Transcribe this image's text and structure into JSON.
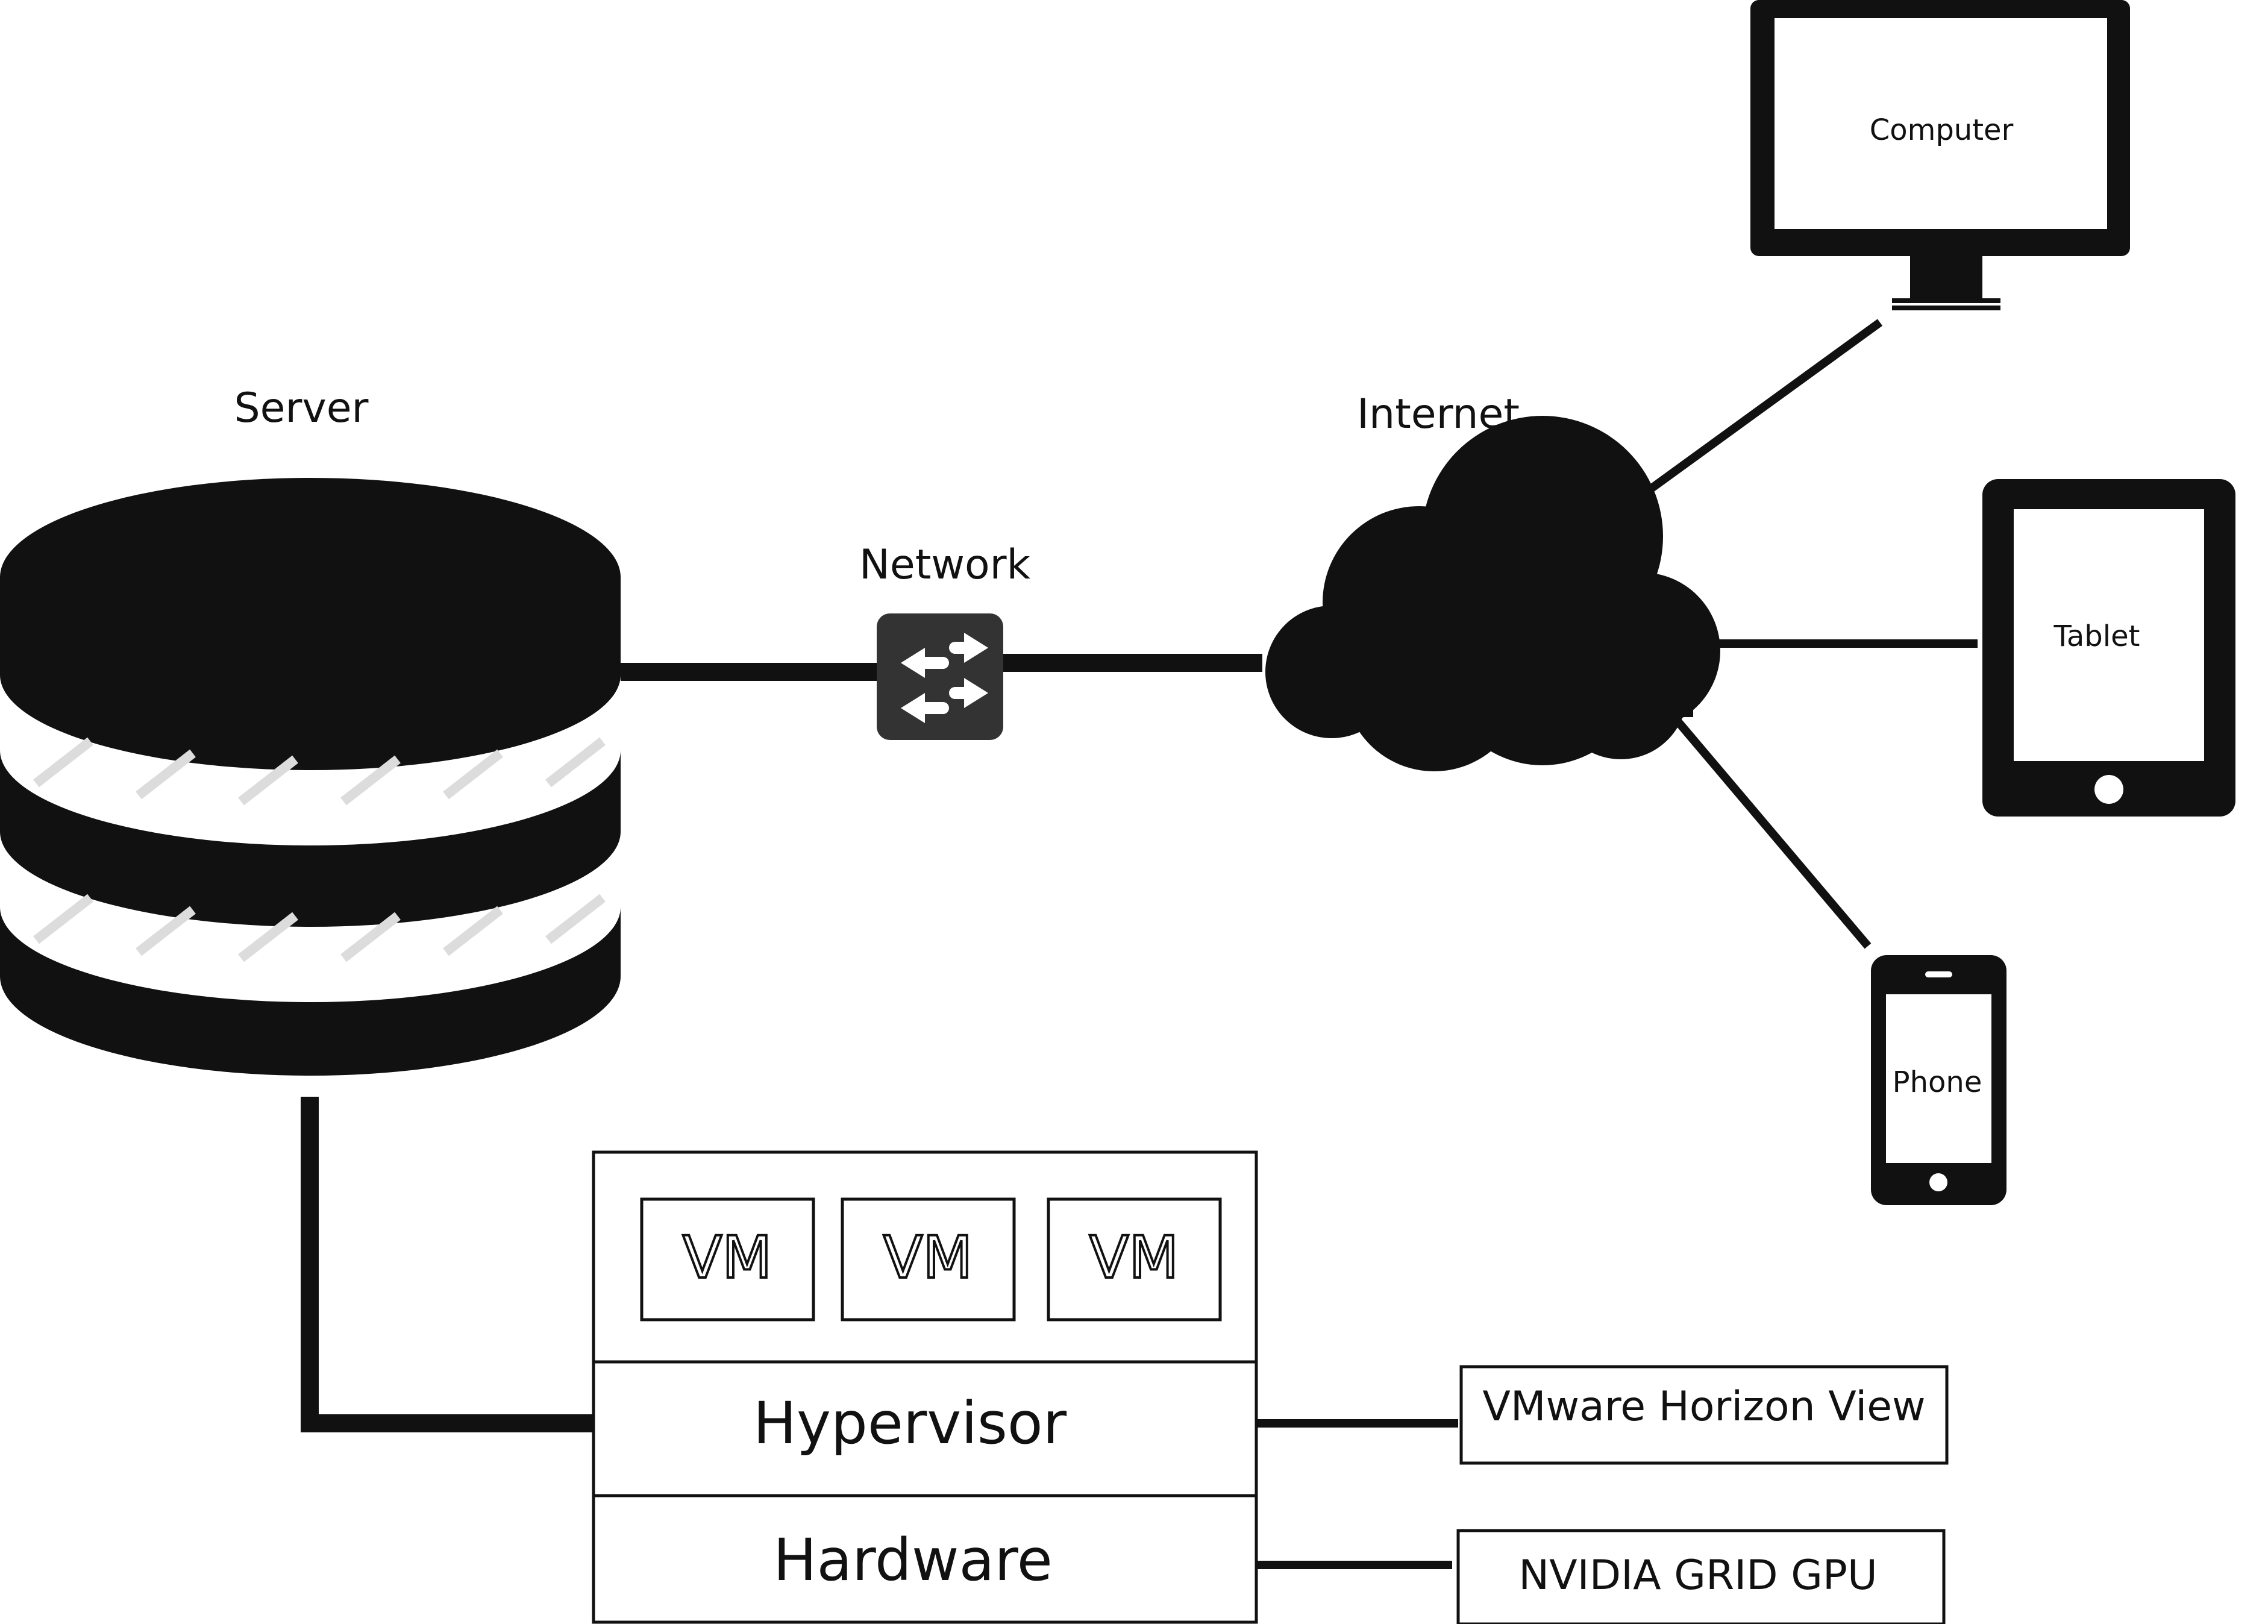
{
  "labels": {
    "server": "Server",
    "network": "Network",
    "internet": "Internet",
    "computer": "Computer",
    "tablet": "Tablet",
    "phone": "Phone"
  },
  "stack": {
    "vms": [
      "VM",
      "VM",
      "VM"
    ],
    "hypervisor": "Hypervisor",
    "hardware": "Hardware"
  },
  "callouts": {
    "hypervisor_software": "VMware Horizon View",
    "hardware_gpu": "NVIDIA GRID GPU"
  },
  "icons": {
    "server": "database-icon",
    "network": "network-switch-icon",
    "internet": "cloud-icon",
    "computer": "monitor-icon",
    "tablet": "tablet-icon",
    "phone": "smartphone-icon"
  },
  "colors": {
    "ink": "#111111",
    "switch": "#333333",
    "background": "#ffffff"
  }
}
